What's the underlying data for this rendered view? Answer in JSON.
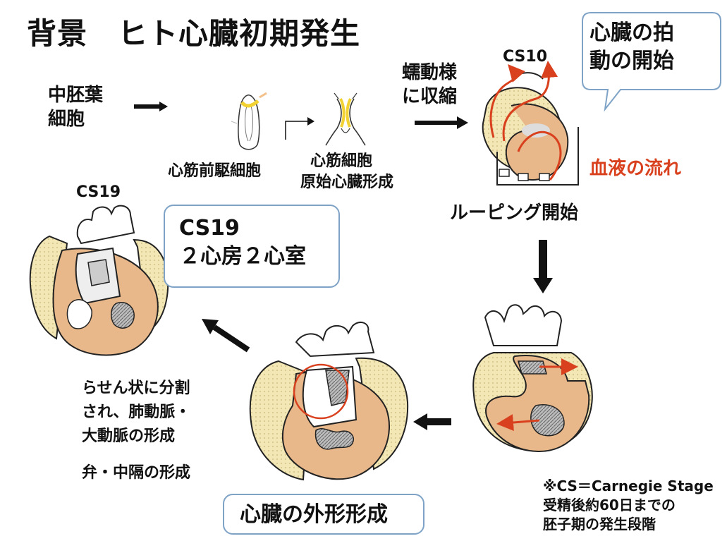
{
  "title": "背景　ヒト心臓初期発生",
  "stage1": {
    "line1": "中胚葉",
    "line2": "細胞"
  },
  "stage2": {
    "label": "心筋前駆細胞"
  },
  "stage3": {
    "line1": "心筋細胞",
    "line2": "原始心臓形成"
  },
  "peristalsis": {
    "line1": "蠕動様",
    "line2": "に収縮"
  },
  "cs10": {
    "stage": "CS10",
    "caption": "ルーピング開始",
    "flow": "血液の流れ"
  },
  "beat_bubble": {
    "line1": "心臓の拍",
    "line2": "動の開始"
  },
  "cs19": {
    "stage": "CS19",
    "box_line1": "CS19",
    "box_line2": "２心房２心室"
  },
  "septation": {
    "line1": "らせん状に分割",
    "line2": "され、肺動脈・",
    "line3": "大動脈の形成",
    "line4": "弁・中隔の形成"
  },
  "external_form": {
    "label": "心臓の外形形成"
  },
  "footnote": {
    "line1": "※CS＝Carnegie Stage",
    "line2": "受精後約60日までの",
    "line3": "胚子期の発生段階"
  },
  "colors": {
    "arrow": "#111111",
    "flow": "#d9411e",
    "tissue": "#f3e7b6",
    "myocardium": "#e8b88a",
    "box_border": "#7fa3c7"
  }
}
